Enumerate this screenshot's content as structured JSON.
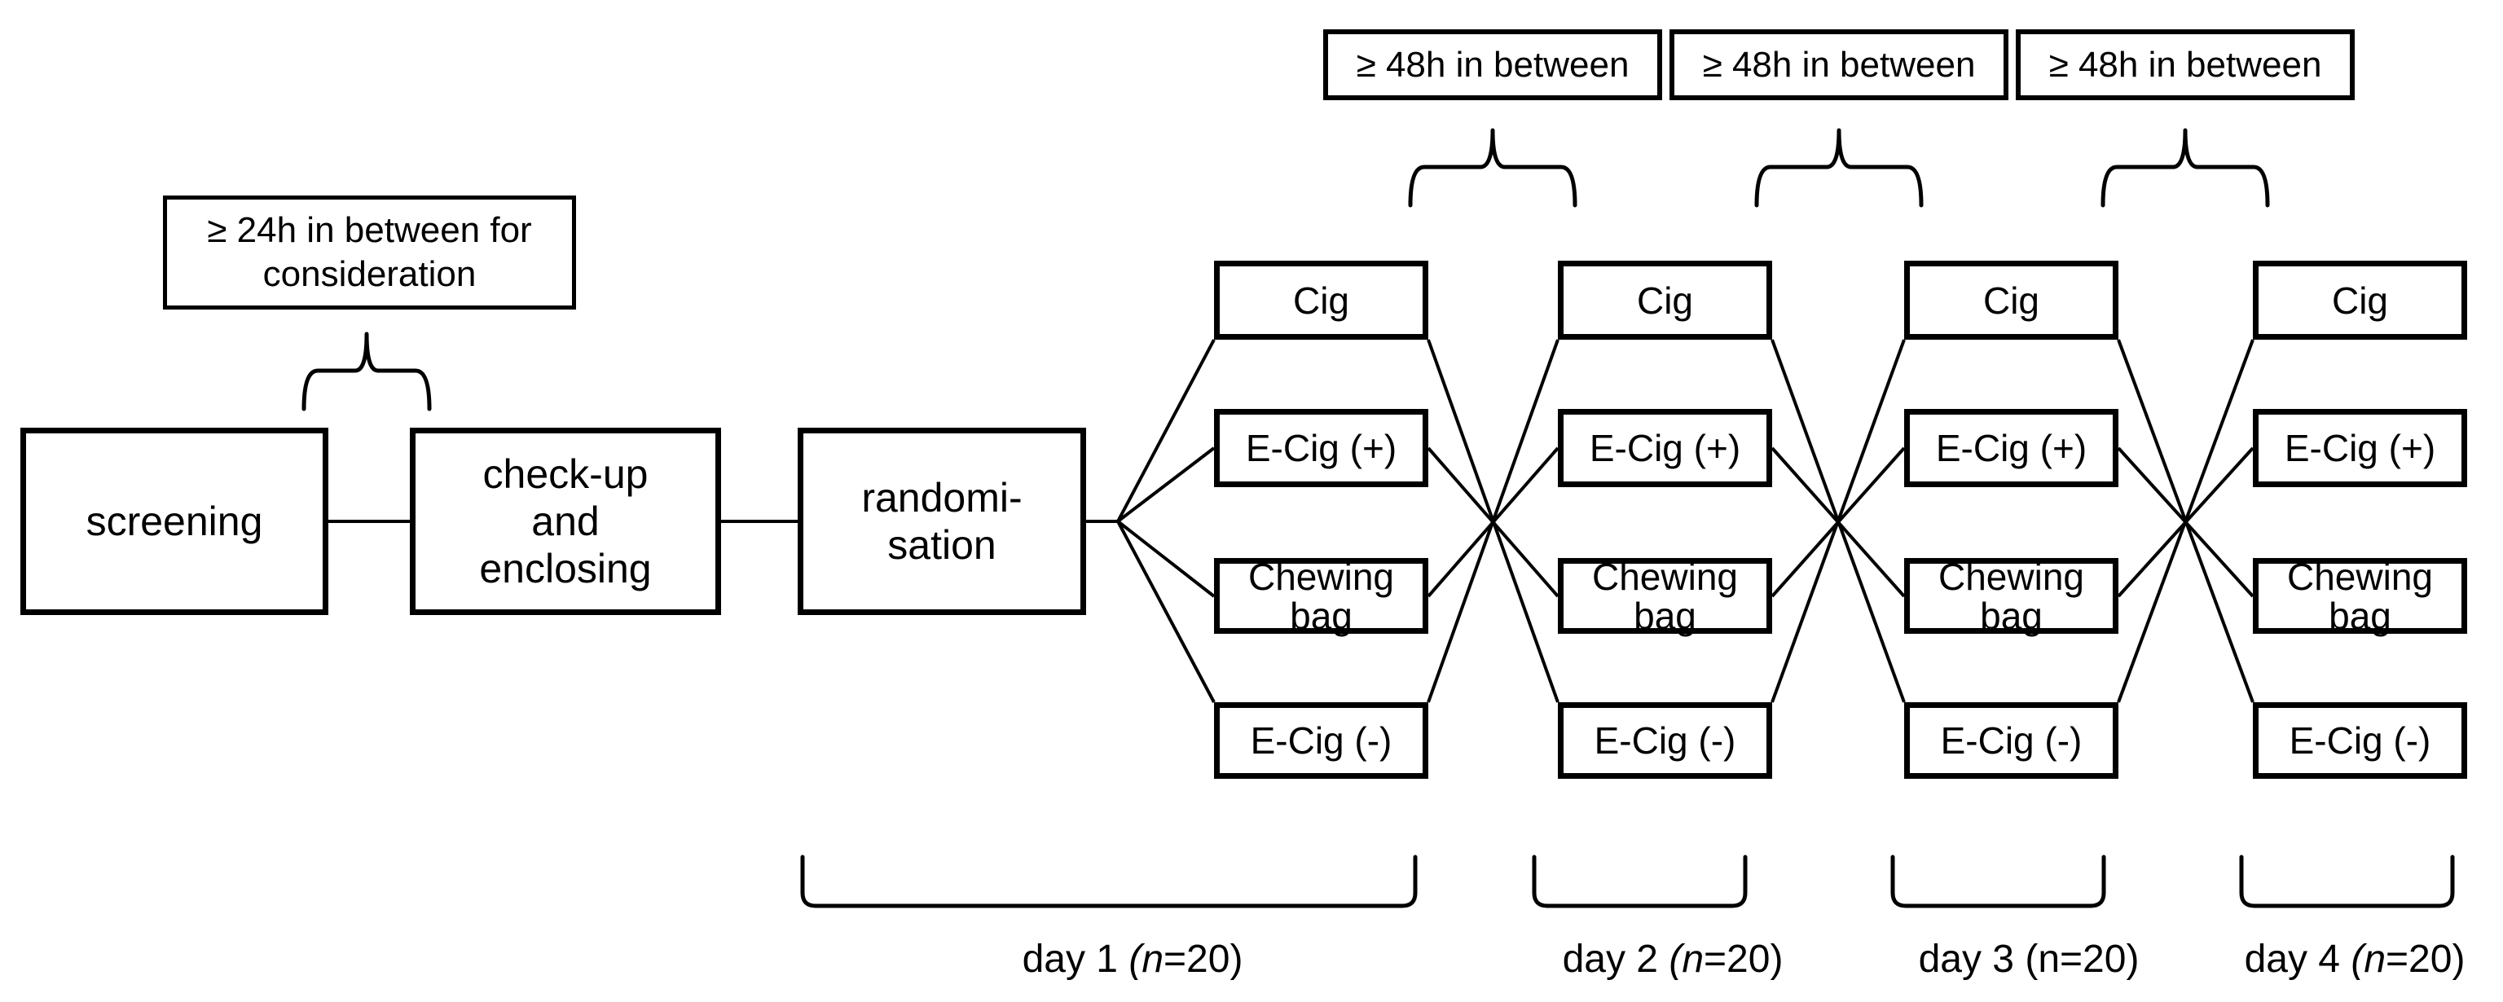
{
  "colors": {
    "ink": "#000000",
    "background": "#ffffff"
  },
  "annotations": {
    "consideration_note": "≥ 24h in between for\nconsideration",
    "interval_notes": [
      "≥ 48h in between",
      "≥ 48h in between",
      "≥ 48h in between"
    ]
  },
  "flow": [
    {
      "id": "screening",
      "label": "screening"
    },
    {
      "id": "checkup",
      "label": "check-up\nand\nenclosing"
    },
    {
      "id": "randomisation",
      "label": "randomi-\nsation"
    }
  ],
  "day_columns": [
    {
      "boxes": [
        "Cig",
        "E-Cig (+)",
        "Chewing\nbag",
        "E-Cig (-)"
      ]
    },
    {
      "boxes": [
        "Cig",
        "E-Cig (+)",
        "Chewing\nbag",
        "E-Cig (-)"
      ]
    },
    {
      "boxes": [
        "Cig",
        "E-Cig (+)",
        "Chewing\nbag",
        "E-Cig (-)"
      ]
    },
    {
      "boxes": [
        "Cig",
        "E-Cig (+)",
        "Chewing\nbag",
        "E-Cig (-)"
      ]
    }
  ],
  "days": [
    {
      "label_prefix": "day 1 ",
      "label_n": "(n",
      "label_suffix": "=20)",
      "n_class": "n-italic"
    },
    {
      "label_prefix": "day 2 ",
      "label_n": "(n",
      "label_suffix": "=20)",
      "n_class": "n-italic"
    },
    {
      "label_prefix": "day 3 ",
      "label_n": "(n",
      "label_suffix": "=20)",
      "n_class": "n-upright"
    },
    {
      "label_prefix": "day 4 ",
      "label_n": "(n",
      "label_suffix": "=20)",
      "n_class": "n-italic"
    }
  ]
}
